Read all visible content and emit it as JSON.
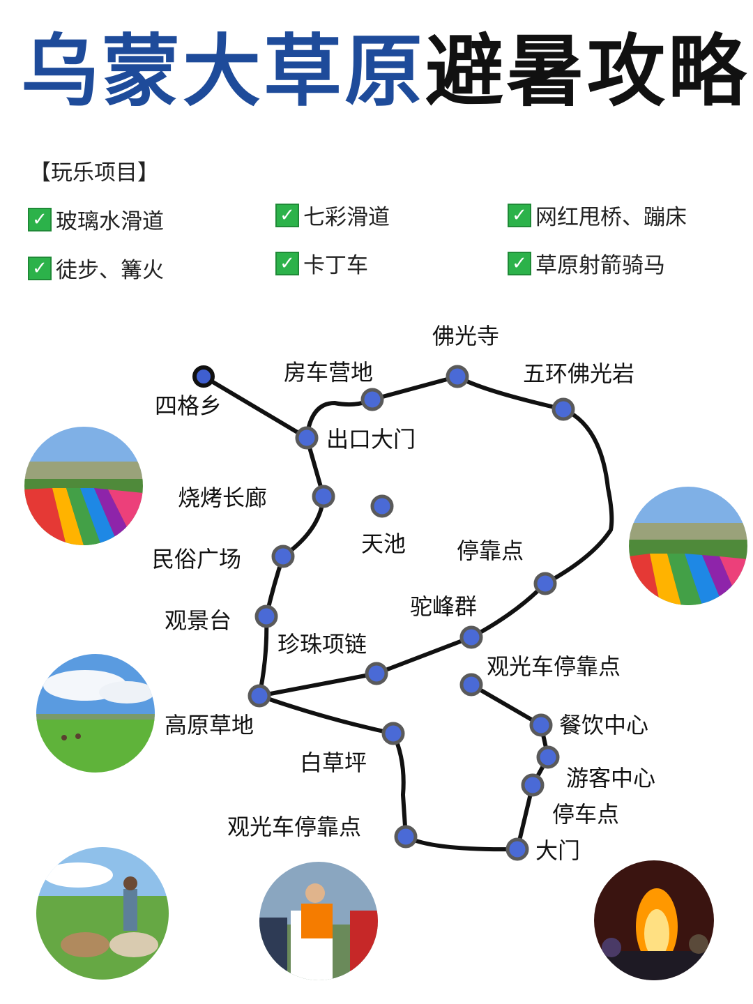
{
  "title": {
    "part1": "乌蒙大草原",
    "part2": "避暑攻略"
  },
  "activities": {
    "label": "【玩乐项目】",
    "items": [
      "玻璃水滑道",
      "七彩滑道",
      "网红甩桥、蹦床",
      "徒步、篝火",
      "卡丁车",
      "草原射箭骑马"
    ]
  },
  "map": {
    "stops": {
      "sigexiang": "四格乡",
      "fangche": "房车营地",
      "foguangsi": "佛光寺",
      "wuhuan": "五环佛光岩",
      "chukou": "出口大门",
      "shaokao": "烧烤长廊",
      "tianchi": "天池",
      "minsu": "民俗广场",
      "tingkao": "停靠点",
      "tuofeng": "驼峰群",
      "guanjing": "观景台",
      "zhenzhu": "珍珠项链",
      "guanguang1": "观光车停靠点",
      "gaoyuan": "高原草地",
      "canyin": "餐饮中心",
      "baicao": "白草坪",
      "youke": "游客中心",
      "tingche": "停车点",
      "guanguang2": "观光车停靠点",
      "damen": "大门"
    }
  },
  "photos": [
    {
      "name": "rainbow-slide-photo"
    },
    {
      "name": "rainbow-slide-photo-right"
    },
    {
      "name": "grassland-sky-photo"
    },
    {
      "name": "horse-riding-photo"
    },
    {
      "name": "archery-photo"
    },
    {
      "name": "bonfire-photo"
    }
  ],
  "colors": {
    "title_blue": "#1e4b9a",
    "check_green": "#2cb24a",
    "stop_blue": "#4a6ad6",
    "route_line": "#111111"
  }
}
